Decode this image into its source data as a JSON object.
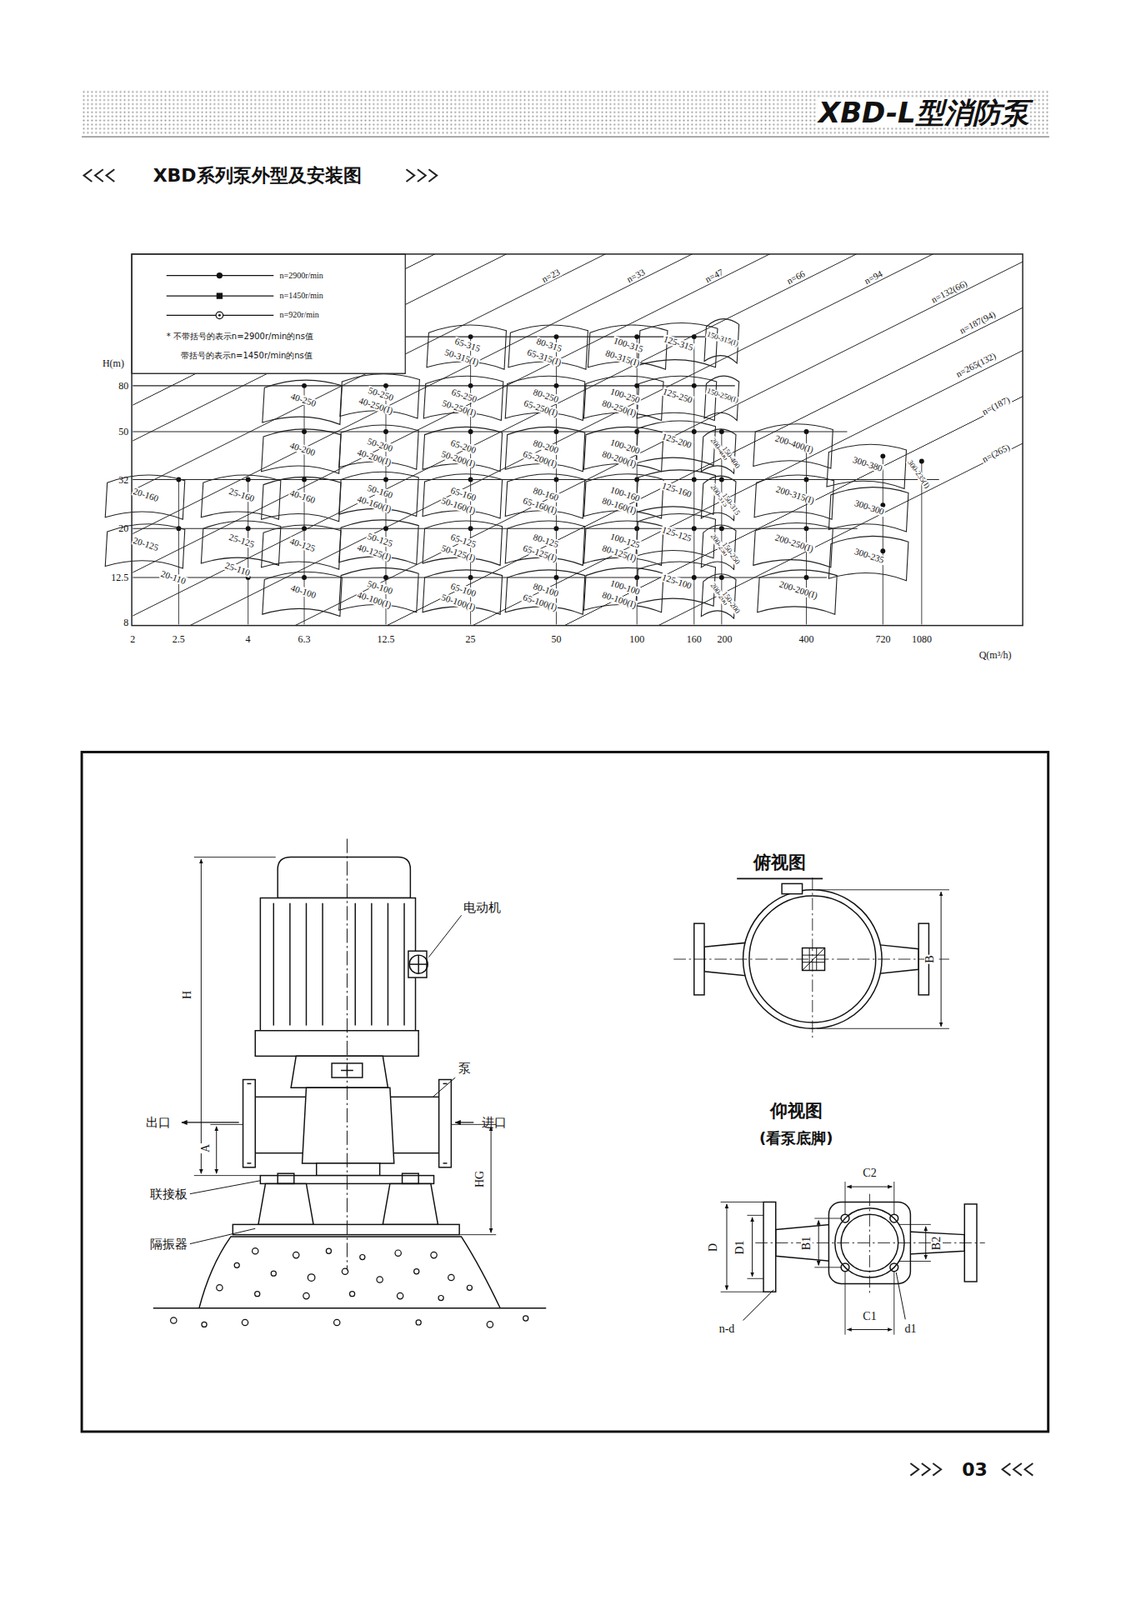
{
  "diagram": {
    "title": "XBD系列泵外型及安装图",
    "labels": [
      "XBD-L型消防泵",
      "03",
      "H(m)",
      "80",
      "50",
      "32",
      "20",
      "12.5",
      "8",
      "2",
      "2.5",
      "4",
      "6.3",
      "12.5",
      "25",
      "50",
      "100",
      "160",
      "200",
      "400",
      "720",
      "1080",
      "Q(m³/h)",
      "* 不带括号的表示n=2900r/min的ns值",
      "带括号的表示n=1450r/min的ns值",
      "n=23",
      "n=33",
      "n=47",
      "n=66",
      "n=94",
      "n=132(66)",
      "n=187(94)",
      "n=265(132)",
      "n=(187)",
      "n=(265)",
      "65-315",
      "50-315(I)",
      "80-315",
      "65-315(I)",
      "100-315",
      "80-315(I)",
      "125-315",
      "150-315(I)",
      "40-250",
      "50-250",
      "40-250(I)",
      "65-250",
      "50-250(I)",
      "80-250",
      "65-250(I)",
      "100-250",
      "80-250(I)",
      "125-250",
      "150-250(I)",
      "40-200",
      "50-200",
      "40-200(I)",
      "65-200",
      "50-200(I)",
      "80-200",
      "65-200(I)",
      "100-200",
      "80-200(I)",
      "125-200",
      "200-400",
      "150-400",
      "200-400(I)",
      "300-380",
      "300-235(I)",
      "20-160",
      "25-160",
      "40-160",
      "50-160",
      "40-160(I)",
      "65-160",
      "50-160(I)",
      "80-160",
      "65-160(I)",
      "100-160",
      "80-160(I)",
      "125-160",
      "200-315",
      "150-315",
      "200-315(I)",
      "300-300",
      "20-125",
      "25-125",
      "40-125",
      "50-125",
      "40-125(I)",
      "65-125",
      "50-125(I)",
      "80-125",
      "65-125(I)",
      "100-125",
      "80-125(I)",
      "125-125",
      "200-250",
      "150-250",
      "200-250(I)",
      "300-235",
      "20-110",
      "25-110",
      "40-100",
      "50-100",
      "40-100(I)",
      "65-100",
      "50-100(I)",
      "80-100",
      "65-100(I)",
      "100-100",
      "80-100(I)",
      "125-100",
      "200-200",
      "150-200",
      "200-200(I)",
      "电动机",
      "泵",
      "出口",
      "进口",
      "联接板",
      "隔振器",
      "H",
      "A",
      "HG",
      "俯视图",
      "B",
      "仰视图",
      "(看泵底脚)",
      "C2",
      "D",
      "D1",
      "B1",
      "B2",
      "n-d",
      "C1",
      "d1"
    ],
    "legend": [
      {
        "text": "n=2900r/min"
      },
      {
        "text": "n=1450r/min"
      },
      {
        "text": "n=920r/min"
      }
    ]
  }
}
